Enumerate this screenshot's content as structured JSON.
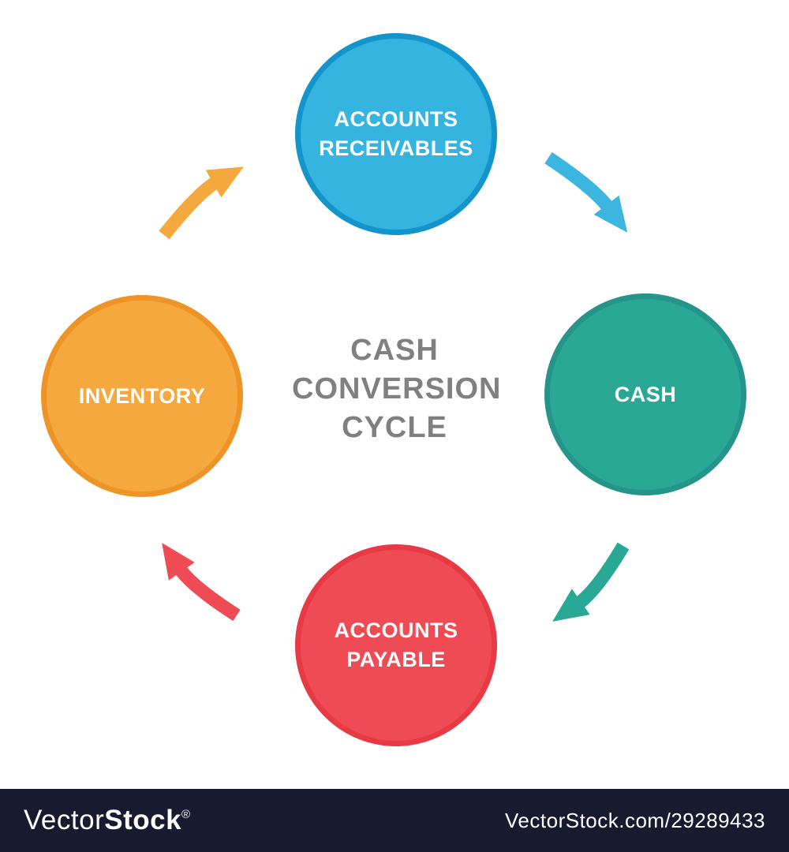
{
  "diagram": {
    "title": "CASH CONVERSION CYCLE",
    "title_color": "#808080",
    "node_text_color": "#ffffff",
    "nodes": [
      {
        "id": "accounts-receivables",
        "label": "ACCOUNTS RECEIVABLES",
        "position": "top",
        "fill": "#35b4e0",
        "border": "#1395cb"
      },
      {
        "id": "cash",
        "label": "CASH",
        "position": "right",
        "fill": "#2aa896",
        "border": "#25948a"
      },
      {
        "id": "accounts-payable",
        "label": "ACCOUNTS PAYABLE",
        "position": "bottom",
        "fill": "#ee4b55",
        "border": "#e73a44"
      },
      {
        "id": "inventory",
        "label": "INVENTORY",
        "position": "left",
        "fill": "#f5a83d",
        "border": "#ee9427"
      }
    ],
    "arrows": [
      {
        "from": "accounts-receivables",
        "to": "cash",
        "color": "#3cb6e0"
      },
      {
        "from": "cash",
        "to": "accounts-payable",
        "color": "#2aa896"
      },
      {
        "from": "accounts-payable",
        "to": "inventory",
        "color": "#ee4b55"
      },
      {
        "from": "inventory",
        "to": "accounts-receivables",
        "color": "#f5a83d"
      }
    ]
  },
  "watermark_bar": {
    "background": "#181a30",
    "logo_prefix": "Vector",
    "logo_suffix": "Stock",
    "logo_registered": "®",
    "url": "VectorStock.com/29289433"
  }
}
